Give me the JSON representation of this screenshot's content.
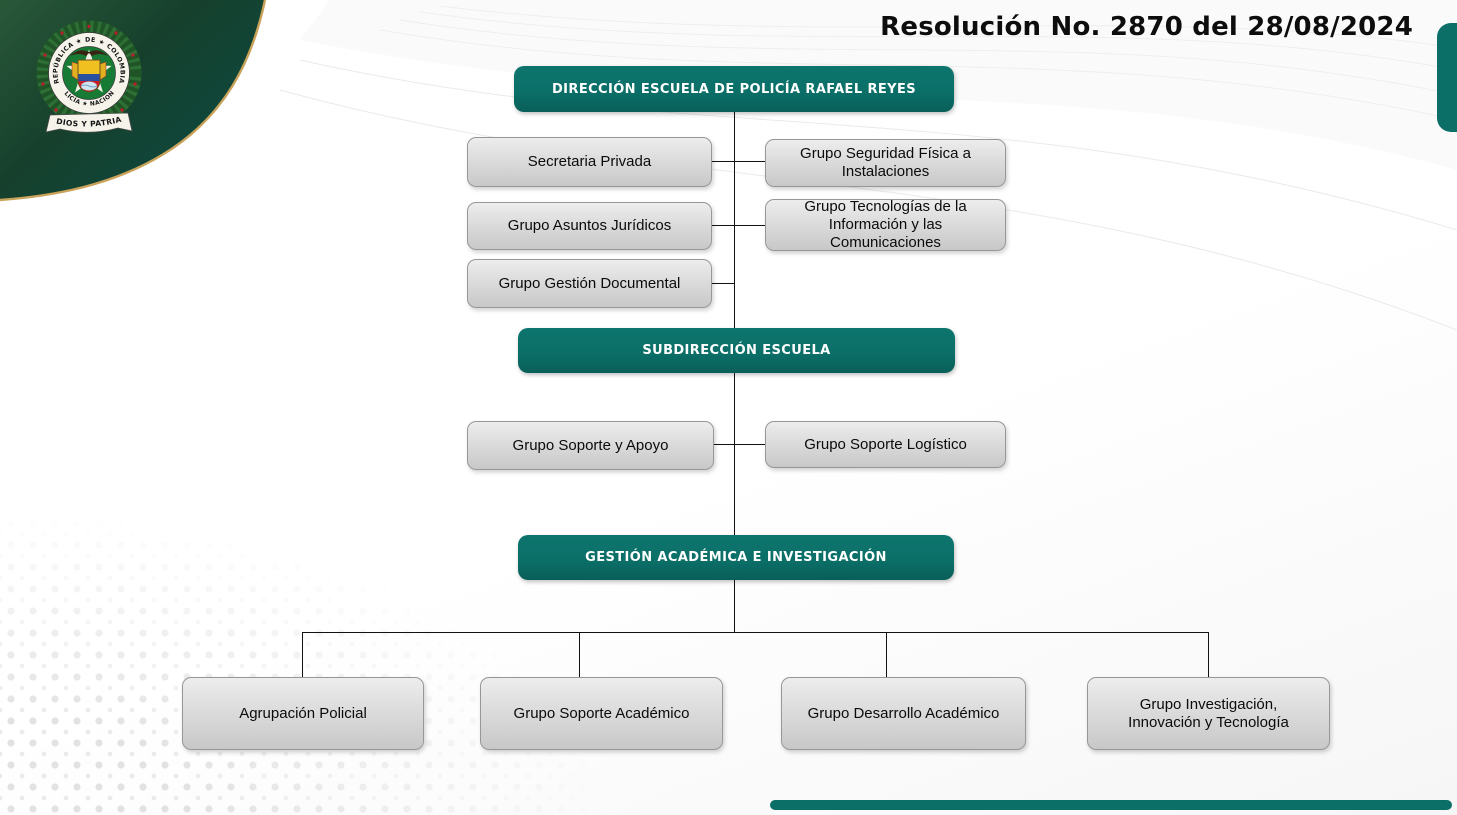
{
  "header": {
    "title": "Resolución No. 2870 del 28/08/2024"
  },
  "emblem": {
    "ring_top_text": "REPÚBLICA ★ DE ★ COLOMBIA",
    "ring_bottom_text": "POLICÍA ★ NACIONAL",
    "banner_text": "DIOS Y PATRIA"
  },
  "org_chart": {
    "nodes": {
      "direccion": "DIRECCIÓN ESCUELA DE POLICÍA RAFAEL REYES",
      "secretaria": "Secretaria Privada",
      "seguridad": "Grupo Seguridad Física a Instalaciones",
      "juridicos": "Grupo Asuntos Jurídicos",
      "tecnologias": "Grupo Tecnologías de la Información y las Comunicaciones",
      "documental": "Grupo Gestión Documental",
      "subdireccion": "SUBDIRECCIÓN ESCUELA",
      "soporte_apoyo": "Grupo Soporte y Apoyo",
      "soporte_logistico": "Grupo Soporte Logístico",
      "gestion": "GESTIÓN ACADÉMICA E INVESTIGACIÓN",
      "agrupacion": "Agrupación Policial",
      "soporte_academico": "Grupo Soporte Académico",
      "desarrollo_academico": "Grupo Desarrollo Académico",
      "investigacion": "Grupo Investigación, Innovación y Tecnología"
    }
  },
  "colors": {
    "teal_accent": "#0b6f68",
    "corner_green_dark": "#12432f",
    "corner_green_light": "#2a5c3a",
    "gold_trim": "#c9a35a",
    "gray_box_top": "#ededed",
    "gray_box_bottom": "#c8c8c8",
    "gray_box_border": "#979797",
    "connector": "#111111"
  }
}
